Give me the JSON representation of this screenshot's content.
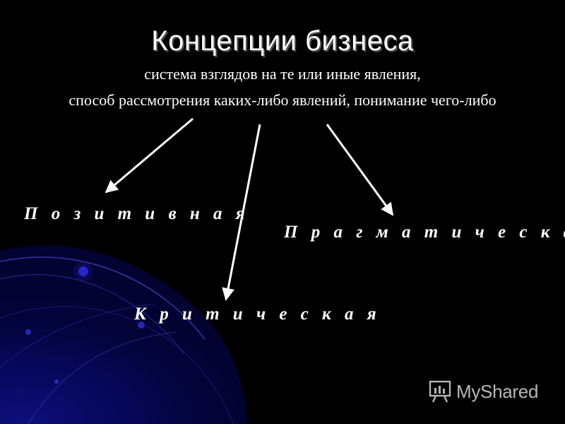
{
  "slide": {
    "title": "Концепции бизнеса",
    "subtitle_line1": "система взглядов на те или иные явления,",
    "subtitle_line2": "способ рассмотрения каких-либо явлений, понимание чего-либо"
  },
  "concepts": [
    {
      "label": "П о з и т и в н а я"
    },
    {
      "label": "П р а г м а т и ч е с к а я"
    },
    {
      "label": "К р и т и ч е с к а я"
    }
  ],
  "watermark": {
    "text": "MyShared",
    "logo_icon": "presentation-board-icon",
    "logo_lettering": "MyShared"
  },
  "colors": {
    "background": "#000000",
    "text": "#ffffff",
    "accent_blue": "#1a1aa8",
    "arrow": "#ffffff"
  }
}
